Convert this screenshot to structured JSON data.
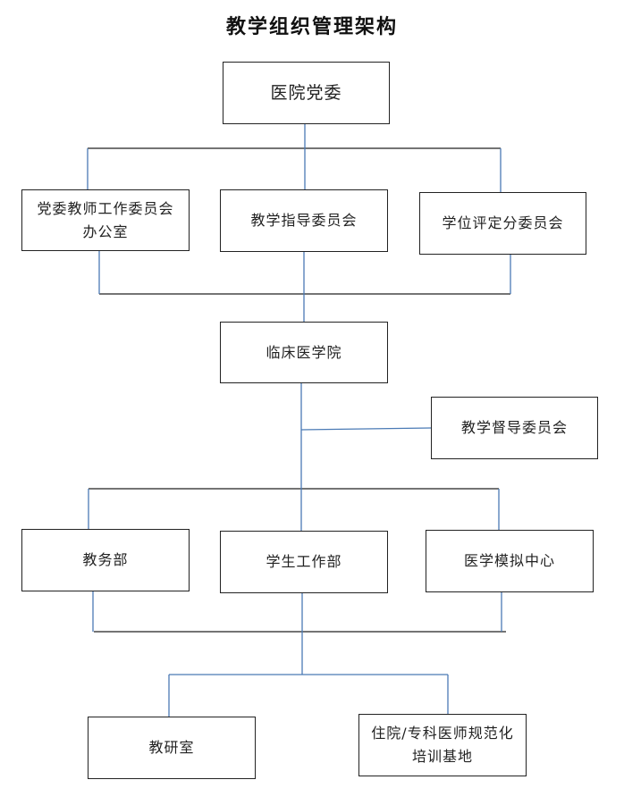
{
  "title": "教学组织管理架构",
  "colors": {
    "line_black": "#222222",
    "line_blue": "#4a7ab5"
  },
  "nodes": {
    "party_committee": "医院党委",
    "teacher_work_office": "党委教师工作委员会办公室",
    "teaching_guidance_committee": "教学指导委员会",
    "degree_committee": "学位评定分委员会",
    "clinical_college": "临床医学院",
    "teaching_supervision_committee": "教学督导委员会",
    "academic_affairs": "教务部",
    "student_affairs": "学生工作部",
    "simulation_center": "医学模拟中心",
    "teaching_research_office": "教研室",
    "residency_training_base": "住院/专科医师规范化培训基地"
  }
}
